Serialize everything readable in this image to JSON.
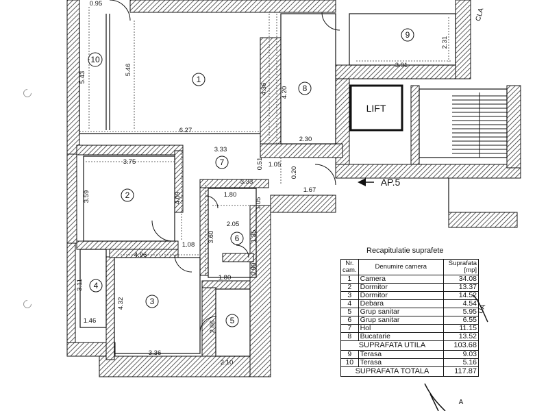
{
  "rooms": [
    {
      "no": "1"
    },
    {
      "no": "2"
    },
    {
      "no": "3"
    },
    {
      "no": "4"
    },
    {
      "no": "5"
    },
    {
      "no": "6"
    },
    {
      "no": "7"
    },
    {
      "no": "8"
    },
    {
      "no": "9"
    },
    {
      "no": "10"
    }
  ],
  "labels": {
    "lift": "LIFT",
    "apartment": "AP.5",
    "edge_note_top": "CLA",
    "edge_note_right": "UA",
    "edge_note_bottom": "A"
  },
  "dimensions": {
    "d095": "0.95",
    "d543": "5.43",
    "d546": "5.46",
    "d436": "4.36",
    "d420": "4.20",
    "d231": "2.31",
    "d391": "3.91",
    "d627": "6.27",
    "d230": "2.30",
    "d333a": "3.33",
    "d375": "3.75",
    "d359": "3.59",
    "d409": "4.09",
    "d051": "0.51",
    "d105a": "1.05",
    "d020": "0.20",
    "d333b": "3.33",
    "d167": "1.67",
    "d180a": "1.80",
    "d105b": "1.05",
    "d205": "2.05",
    "d360": "3.60",
    "d135": "1.35",
    "d108": "1.08",
    "d496": "4.96",
    "d090": "0.90",
    "d180b": "1.80",
    "d311": "3.11",
    "d432": "4.32",
    "d146": "1.46",
    "d286": "2.86",
    "d336": "3.36",
    "d210": "2.10"
  },
  "summary": {
    "caption": "Recapitulatie suprafete",
    "headers": {
      "no": "Nr. cam.",
      "name": "Denumire camera",
      "area": "Suprafata [mp]"
    },
    "rows": [
      {
        "no": "1",
        "name": "Camera",
        "area": "34.08"
      },
      {
        "no": "2",
        "name": "Dormitor",
        "area": "13.37"
      },
      {
        "no": "3",
        "name": "Dormitor",
        "area": "14.52"
      },
      {
        "no": "4",
        "name": "Debara",
        "area": "4.54"
      },
      {
        "no": "5",
        "name": "Grup sanitar",
        "area": "5.95"
      },
      {
        "no": "6",
        "name": "Grup sanitar",
        "area": "6.55"
      },
      {
        "no": "7",
        "name": "Hol",
        "area": "11.15"
      },
      {
        "no": "8",
        "name": "Bucatarie",
        "area": "13.52"
      }
    ],
    "util": {
      "label": "SUPRAFATA UTILA",
      "value": "103.68"
    },
    "terraces": [
      {
        "no": "9",
        "name": "Terasa",
        "area": "9.03"
      },
      {
        "no": "10",
        "name": "Terasa",
        "area": "5.16"
      }
    ],
    "total": {
      "label": "SUPRAFATA TOTALA",
      "value": "117.87"
    }
  }
}
